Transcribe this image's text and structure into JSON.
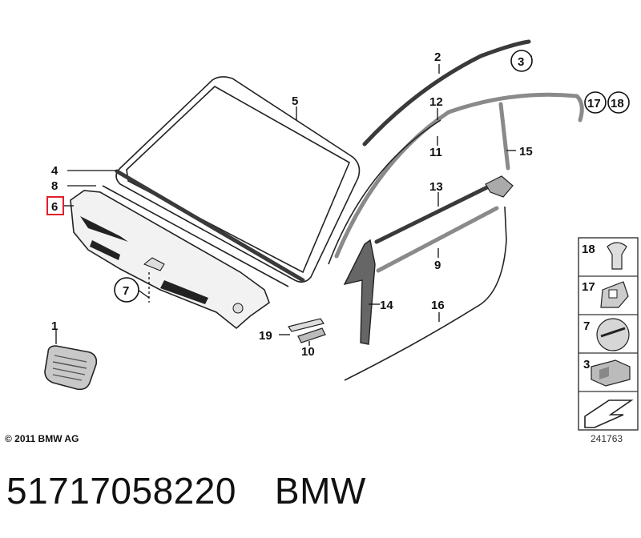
{
  "diagram": {
    "copyright": "© 2011 BMW AG",
    "diagram_number": "241763",
    "callouts": {
      "c1": "1",
      "c2": "2",
      "c3": "3",
      "c4": "4",
      "c5": "5",
      "c6": "6",
      "c7": "7",
      "c8": "8",
      "c9": "9",
      "c10": "10",
      "c11": "11",
      "c12": "12",
      "c13": "13",
      "c14": "14",
      "c15": "15",
      "c16": "16",
      "c17": "17",
      "c18": "18",
      "c19": "19"
    },
    "legend": [
      {
        "label": "18",
        "icon": "plastic-rivet-icon"
      },
      {
        "label": "17",
        "icon": "clip-holder-icon"
      },
      {
        "label": "7",
        "icon": "round-plug-icon"
      },
      {
        "label": "3",
        "icon": "clip-block-icon"
      }
    ],
    "highlight_color": "#e0202a"
  },
  "caption": {
    "part_number": "51717058220",
    "brand": "BMW"
  }
}
